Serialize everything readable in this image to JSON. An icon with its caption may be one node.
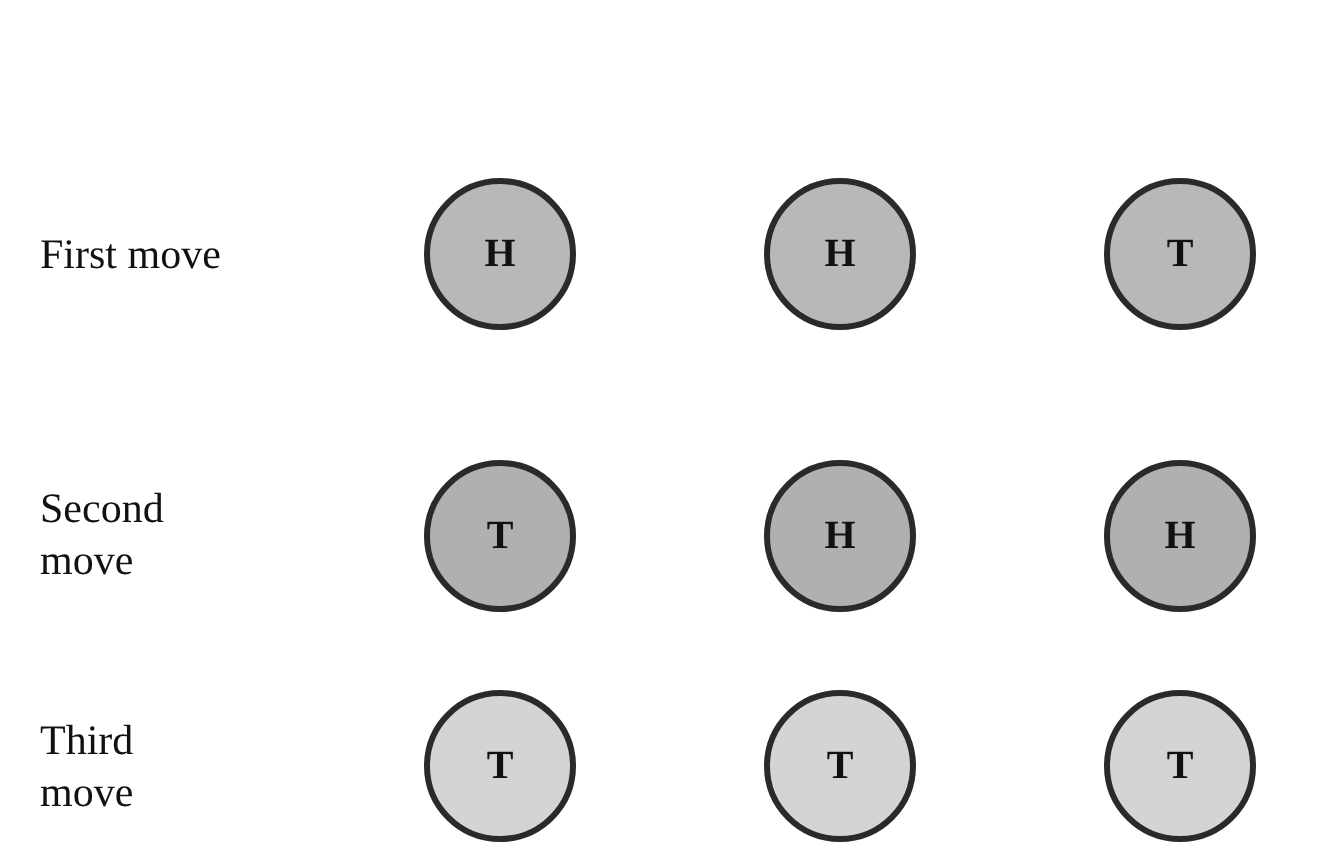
{
  "diagram": {
    "nodes": [
      {
        "text": [
          "H"
        ]
      },
      {
        "text": [
          "H"
        ]
      },
      {
        "text": [
          "T"
        ]
      },
      {
        "text": [
          "T"
        ]
      },
      {
        "text": [
          "H"
        ]
      },
      {
        "text": [
          "H"
        ]
      },
      {
        "text": [
          "T"
        ]
      },
      {
        "text": [
          "T"
        ]
      },
      {
        "text": [
          "T"
        ]
      }
    ],
    "labels": [
      "First move",
      "Second move",
      "Third move"
    ]
  }
}
